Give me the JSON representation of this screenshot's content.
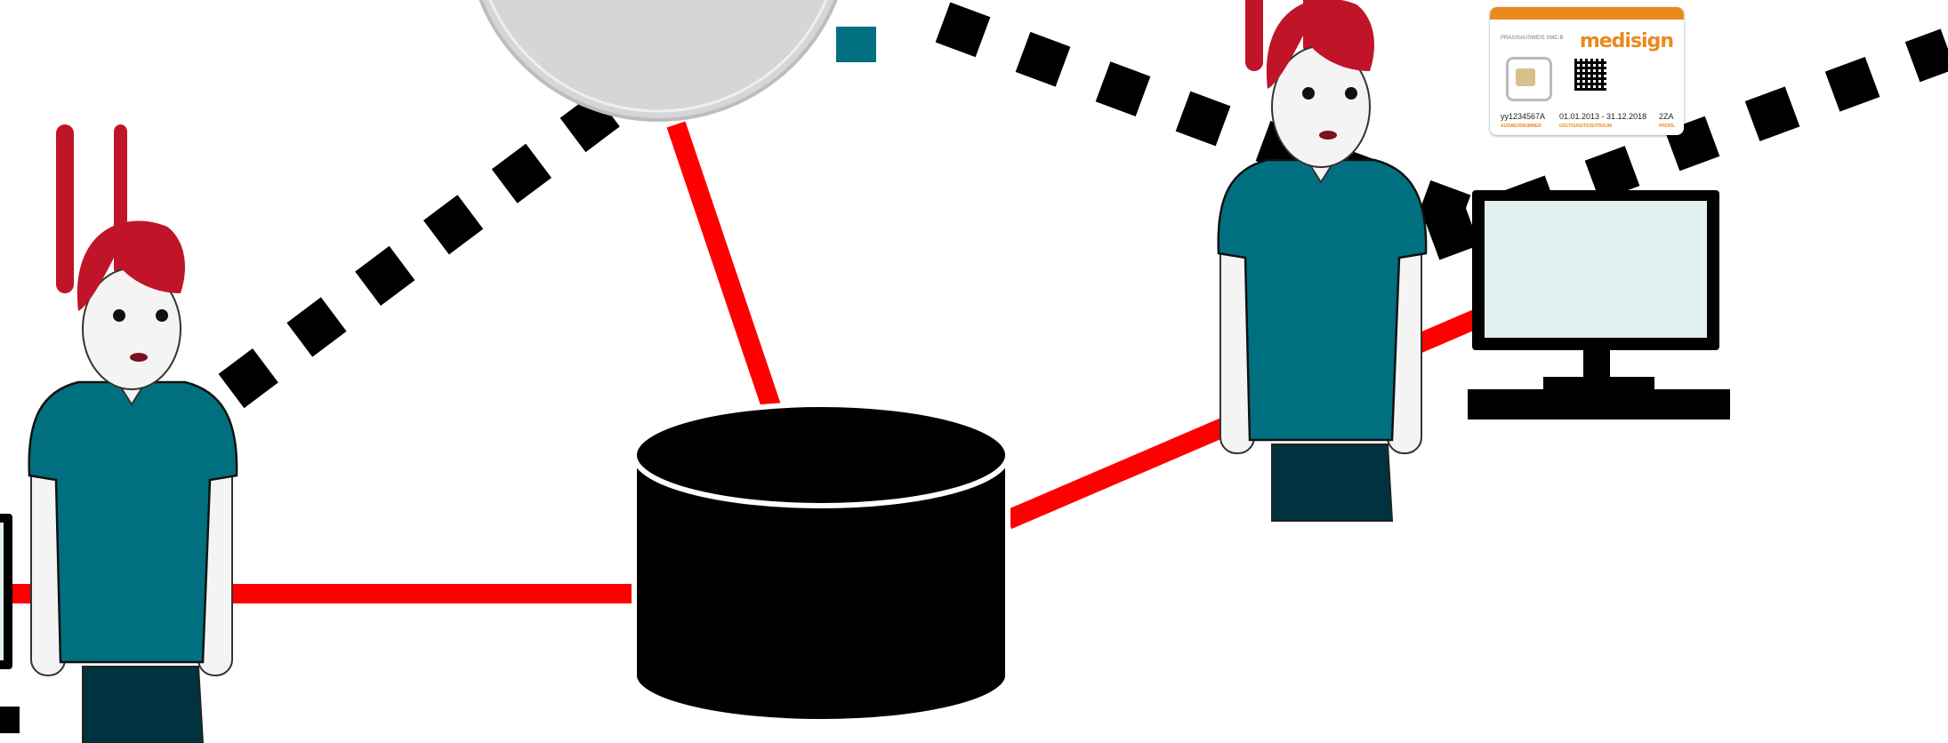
{
  "colors": {
    "link_solid": "#ff0000",
    "link_dotted": "#000000",
    "database": "#000000",
    "shirt": "#007080",
    "skirt": "#00323f",
    "hair": "#c01528",
    "skin": "#f4f4f4",
    "card_accent": "#e88a1c",
    "screen": "#e0f0ef"
  },
  "icons": [
    "person-icon",
    "database-icon",
    "computer-icon",
    "smartcard-icon",
    "server-circle-icon"
  ],
  "card": {
    "header": "PRAXISAUSWEIS SMC-B",
    "brand": "medisign",
    "card_id": "yy1234567A",
    "validity": "01.01.2013 - 31.12.2018",
    "code": "2ZA",
    "id_label": "AUSWEISNUMMER",
    "validity_label": "GÜLTIGKEITSZEITRAUM",
    "code_label": "PROFIL"
  }
}
